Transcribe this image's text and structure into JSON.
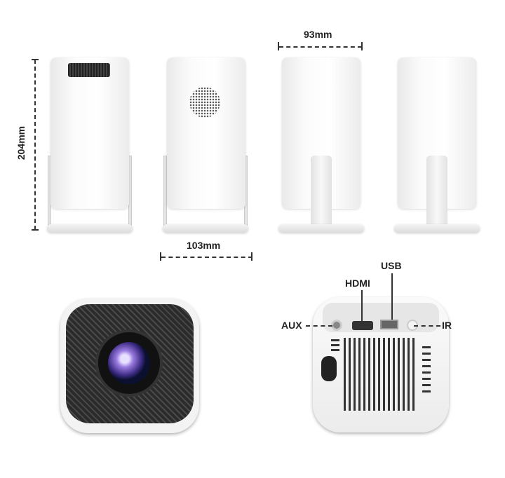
{
  "dimensions": {
    "height": "204mm",
    "depth": "93mm",
    "width": "103mm"
  },
  "ports": {
    "usb": "USB",
    "hdmi": "HDMI",
    "aux": "AUX",
    "ir": "IR"
  },
  "colors": {
    "body": "#ffffff",
    "grille": "#2b2b2b",
    "lens": "#7a5cc8"
  }
}
